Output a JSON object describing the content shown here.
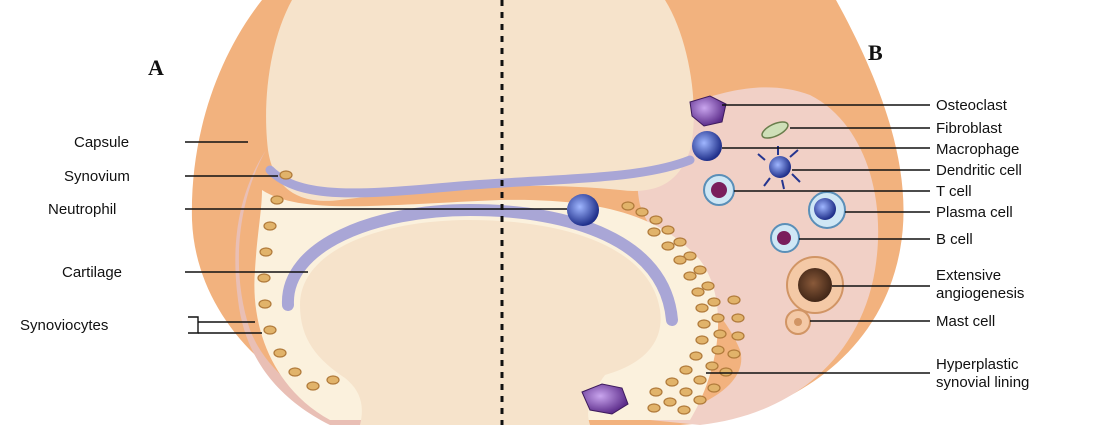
{
  "panels": {
    "left": "A",
    "right": "B"
  },
  "labels_left": {
    "capsule": "Capsule",
    "synovium": "Synovium",
    "neutrophil": "Neutrophil",
    "cartilage": "Cartilage",
    "synoviocytes": "Synoviocytes"
  },
  "labels_right": {
    "osteoclast": "Osteoclast",
    "fibroblast": "Fibroblast",
    "macrophage": "Macrophage",
    "dendritic_cell": "Dendritic cell",
    "t_cell": "T cell",
    "plasma_cell": "Plasma cell",
    "b_cell": "B cell",
    "angiogenesis_line1": "Extensive",
    "angiogenesis_line2": "angiogenesis",
    "mast_cell": "Mast cell",
    "hyperplastic_line1": "Hyperplastic",
    "hyperplastic_line2": "synovial lining"
  },
  "colors": {
    "bone": "#f6e3cb",
    "capsule": "#f2b27e",
    "synovium": "#e9bfb5",
    "inflamed_synovium": "#f1d0c6",
    "cartilage": "#a9a6d6",
    "joint_space": "#fbf1dd",
    "cell_fill": "#e1b36a",
    "cell_stroke": "#b07a3a"
  }
}
